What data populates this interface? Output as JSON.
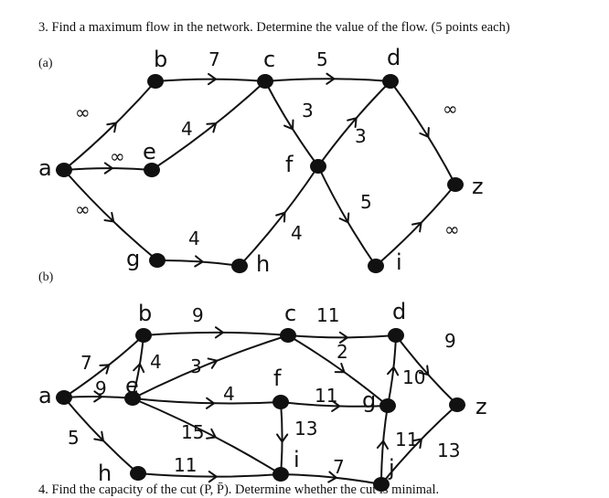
{
  "problem3": {
    "text": "3. Find a maximum flow in the network. Determine the value of the flow. (5 points each)",
    "part_a_label": "(a)",
    "part_b_label": "(b)"
  },
  "graph_a": {
    "nodes": [
      "a",
      "b",
      "c",
      "d",
      "e",
      "f",
      "g",
      "h",
      "i",
      "z"
    ],
    "edges": [
      {
        "from": "a",
        "to": "b",
        "label": "∞"
      },
      {
        "from": "a",
        "to": "e",
        "label": "∞"
      },
      {
        "from": "a",
        "to": "g",
        "label": "∞"
      },
      {
        "from": "b",
        "to": "c",
        "label": "7"
      },
      {
        "from": "e",
        "to": "c",
        "label": "4"
      },
      {
        "from": "c",
        "to": "d",
        "label": "5"
      },
      {
        "from": "c",
        "to": "f",
        "label": "3"
      },
      {
        "from": "f",
        "to": "d",
        "label": "3"
      },
      {
        "from": "f",
        "to": "i",
        "label": "5"
      },
      {
        "from": "g",
        "to": "h",
        "label": "4"
      },
      {
        "from": "h",
        "to": "f",
        "label": "4"
      },
      {
        "from": "d",
        "to": "z",
        "label": "∞"
      },
      {
        "from": "i",
        "to": "z",
        "label": "∞"
      }
    ]
  },
  "graph_b": {
    "nodes": [
      "a",
      "b",
      "c",
      "d",
      "e",
      "f",
      "g",
      "h",
      "i",
      "j",
      "z"
    ],
    "edges": [
      {
        "from": "a",
        "to": "b",
        "label": "7"
      },
      {
        "from": "a",
        "to": "e",
        "label": "9"
      },
      {
        "from": "a",
        "to": "h",
        "label": "5"
      },
      {
        "from": "b",
        "to": "c",
        "label": "9"
      },
      {
        "from": "e",
        "to": "b",
        "label": "4"
      },
      {
        "from": "e",
        "to": "c",
        "label": "3"
      },
      {
        "from": "e",
        "to": "f",
        "label": "4"
      },
      {
        "from": "e",
        "to": "i",
        "label": "15"
      },
      {
        "from": "c",
        "to": "d",
        "label": "11"
      },
      {
        "from": "c",
        "to": "g",
        "label": "2"
      },
      {
        "from": "f",
        "to": "g",
        "label": "11"
      },
      {
        "from": "f",
        "to": "i",
        "label": "13"
      },
      {
        "from": "h",
        "to": "i",
        "label": "11"
      },
      {
        "from": "i",
        "to": "j",
        "label": "7"
      },
      {
        "from": "g",
        "to": "d",
        "label": "10"
      },
      {
        "from": "j",
        "to": "g",
        "label": "11"
      },
      {
        "from": "d",
        "to": "z",
        "label": "9"
      },
      {
        "from": "j",
        "to": "z",
        "label": "13"
      }
    ]
  },
  "problem4": {
    "text": "4. Find the capacity of the cut (P, P̄). Determine whether the cut is minimal."
  }
}
